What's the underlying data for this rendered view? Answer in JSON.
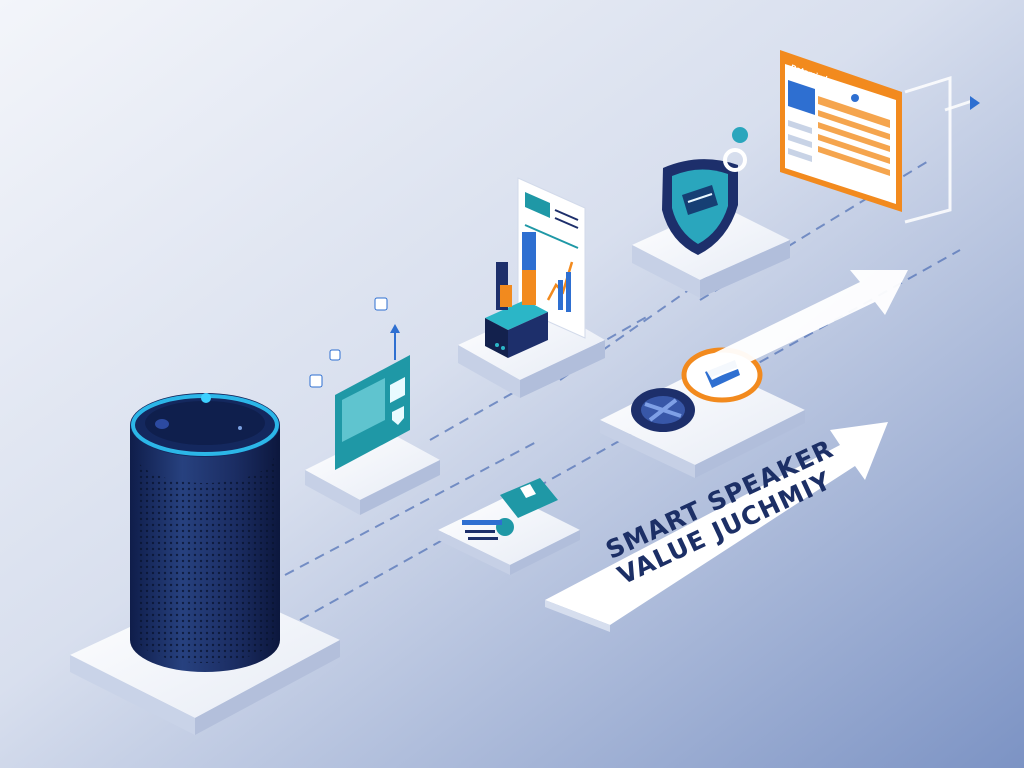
{
  "arrow_label": {
    "line1": "SMART SPEAKER",
    "line2": "VALUE JUCHMIY"
  },
  "dashboard_header": "Datamind",
  "icons": [
    "smart-speaker-icon",
    "app-panel-icon",
    "ticket-card-icon",
    "analytics-chart-icon",
    "drive-dial-icon",
    "security-shield-icon",
    "dashboard-screen-icon"
  ],
  "colors": {
    "background_light": "#f1f4fa",
    "background_dark": "#7f95c6",
    "navy": "#1d2f6b",
    "teal": "#1f9aa8",
    "orange": "#f28a1e",
    "accent_blue": "#2e6fd1"
  }
}
